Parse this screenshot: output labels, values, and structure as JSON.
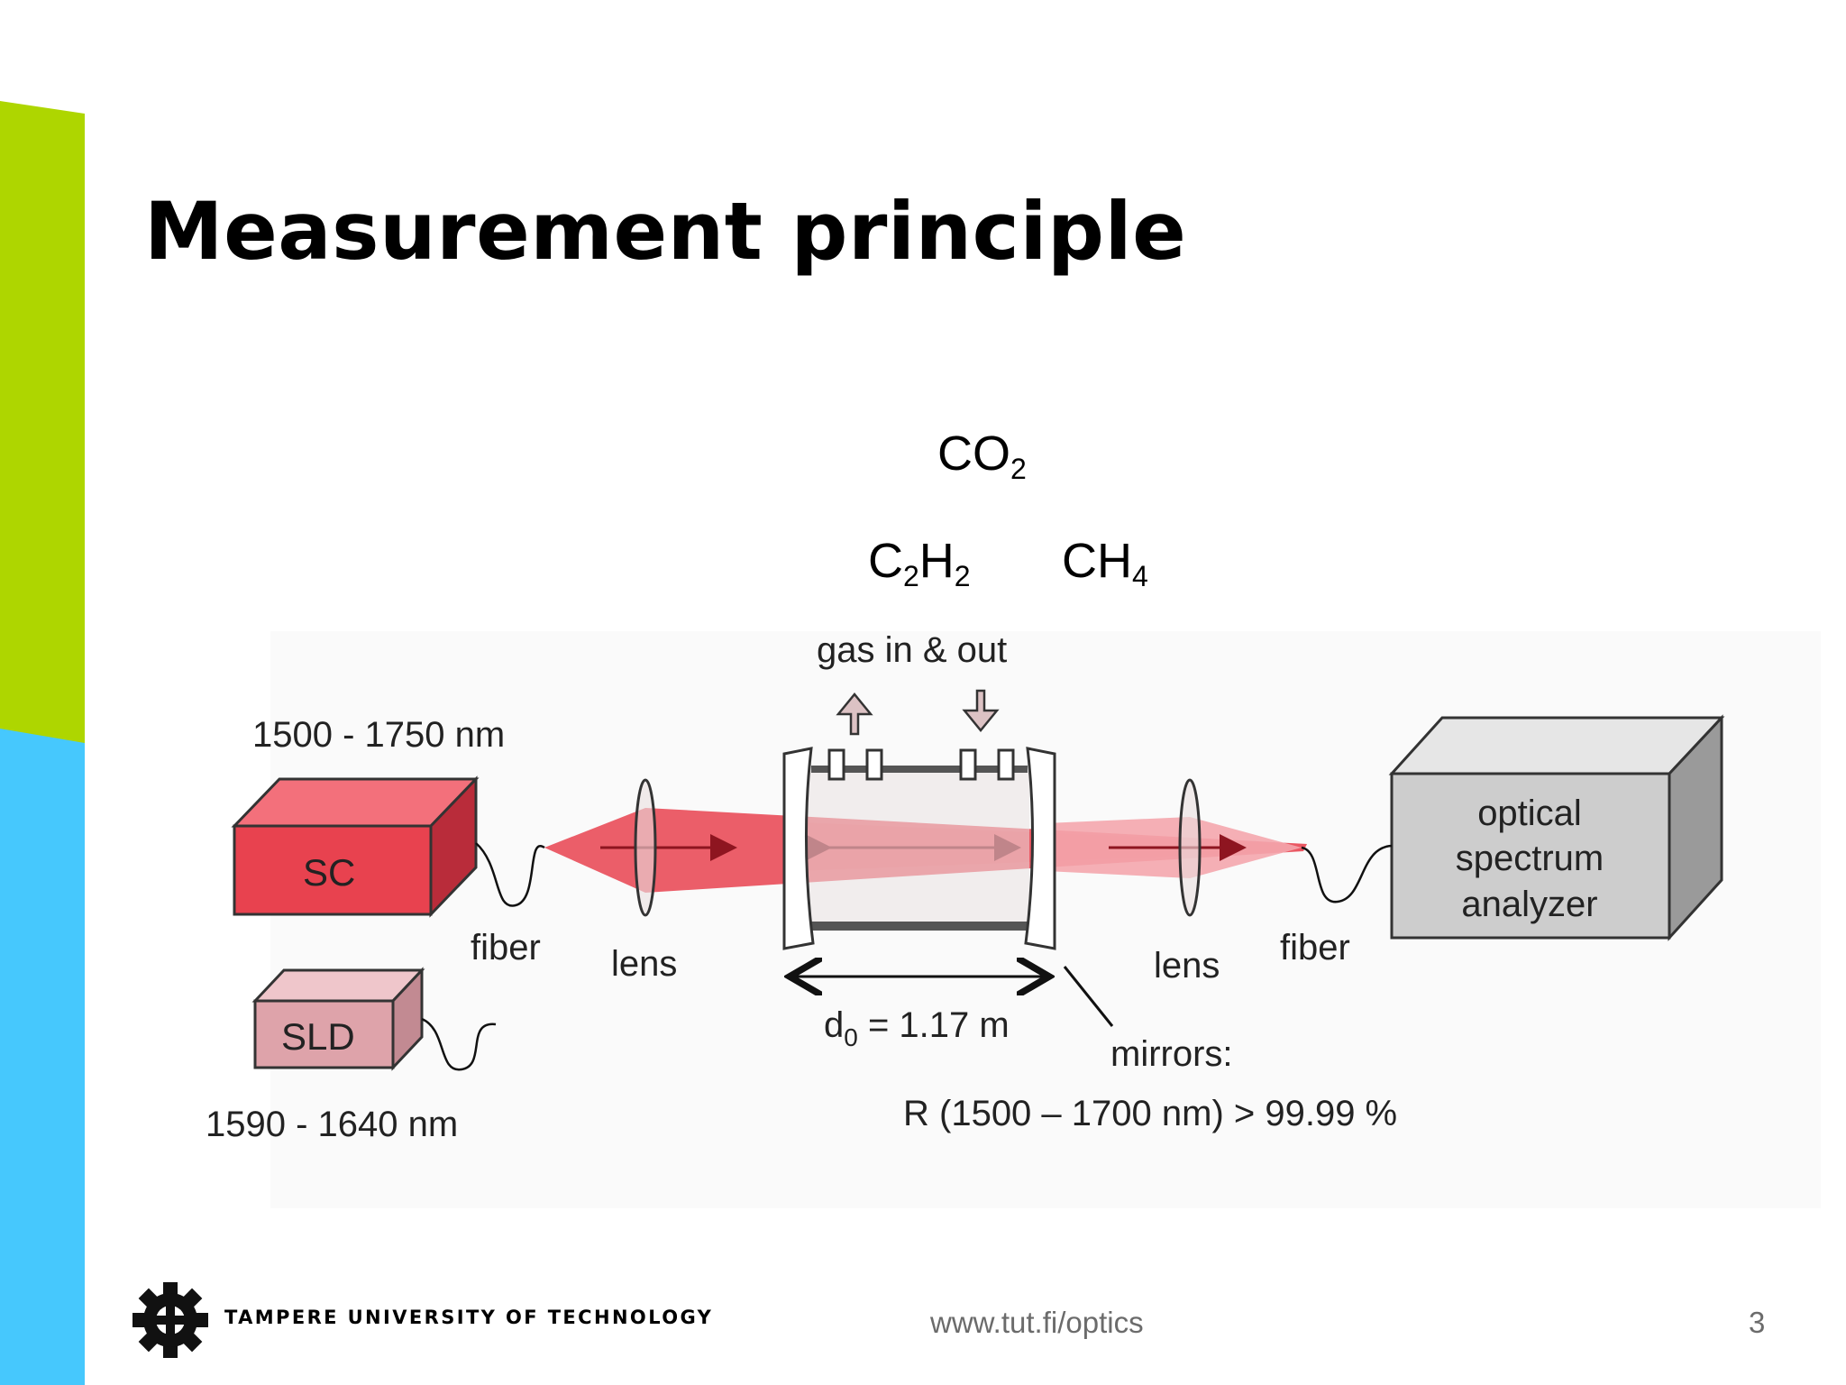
{
  "slide": {
    "title": "Measurement principle",
    "gases": {
      "co2": {
        "base": "CO",
        "sub": "2"
      },
      "c2h2": {
        "c": "C",
        "c_sub": "2",
        "h": "H",
        "h_sub": "2"
      },
      "ch4": {
        "base": "CH",
        "sub": "4"
      }
    },
    "diagram": {
      "gas_label": "gas in & out",
      "sc_range": "1500 - 1750 nm",
      "sc_label": "SC",
      "sld_label": "SLD",
      "sld_range": "1590 - 1640 nm",
      "fiber_left": "fiber",
      "lens_left": "lens",
      "lens_right": "lens",
      "fiber_right": "fiber",
      "osa_line1": "optical",
      "osa_line2": "spectrum",
      "osa_line3": "analyzer",
      "distance_d": "d",
      "distance_sub": "0",
      "distance_value": " = 1.17 m",
      "mirrors_label": "mirrors:",
      "reflectivity": "R (1500 – 1700 nm) > 99.99 %"
    },
    "footer": {
      "org": "TAMPERE UNIVERSITY OF TECHNOLOGY",
      "url": "www.tut.fi/optics",
      "page_number": "3"
    },
    "colors": {
      "green": "#aed600",
      "blue": "#46c8fd",
      "sc_red": "#e8424f",
      "sld_pink": "#dea3aa",
      "osa_gray": "#cdcdcd"
    }
  }
}
